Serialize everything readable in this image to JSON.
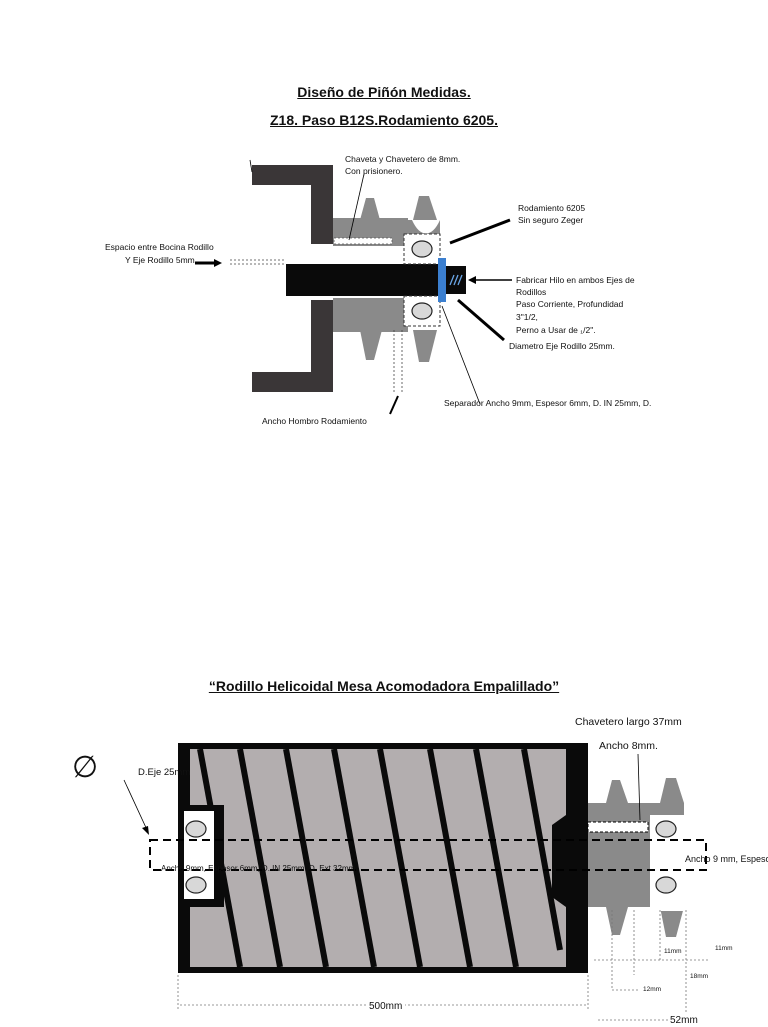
{
  "top": {
    "title": "Diseño de Piñón Medidas.",
    "subtitle": "Z18. Paso B12S.Rodamiento 6205.",
    "labels": {
      "chaveta_1": "Chaveta y Chavetero de 8mm.",
      "chaveta_2": "Con prisionero.",
      "rodamiento_1": "Rodamiento 6205",
      "rodamiento_2": "Sin seguro Zeger",
      "espacio_1": "Espacio entre Bocina Rodillo",
      "espacio_2": "Y Eje Rodillo 5mm",
      "hilo_1": "Fabricar Hilo en ambos Ejes de",
      "hilo_2": "Rodillos",
      "hilo_3": "Paso Corriente, Profundidad",
      "hilo_4": "3\"1/2,",
      "hilo_5": "Perno a Usar de ₁/2\".",
      "diametro": "Diametro Eje Rodillo 25mm.",
      "separador": "Separador Ancho 9mm, Espesor 6mm, D. IN 25mm, D.",
      "hombro": "Ancho Hombro Rodamiento"
    }
  },
  "bottom": {
    "title": "“Rodillo  Helicoidal Mesa Acomodadora  Empalillado”",
    "labels": {
      "chavetero": "Chavetero largo 37mm",
      "ancho8": "Ancho 8mm.",
      "deje": "D.Eje 25mm",
      "diameter_symbol": "∅",
      "separador_inner": "Ancho 9mm, Espesor 6mm, D. IN 25mm, D. Ext 32mm",
      "ancho9": "Ancho 9 mm, Espesor",
      "d11a": "11mm",
      "d11b": "11mm",
      "d18": "18mm",
      "d12": "12mm",
      "len500": "500mm",
      "len52": "52mm"
    }
  }
}
